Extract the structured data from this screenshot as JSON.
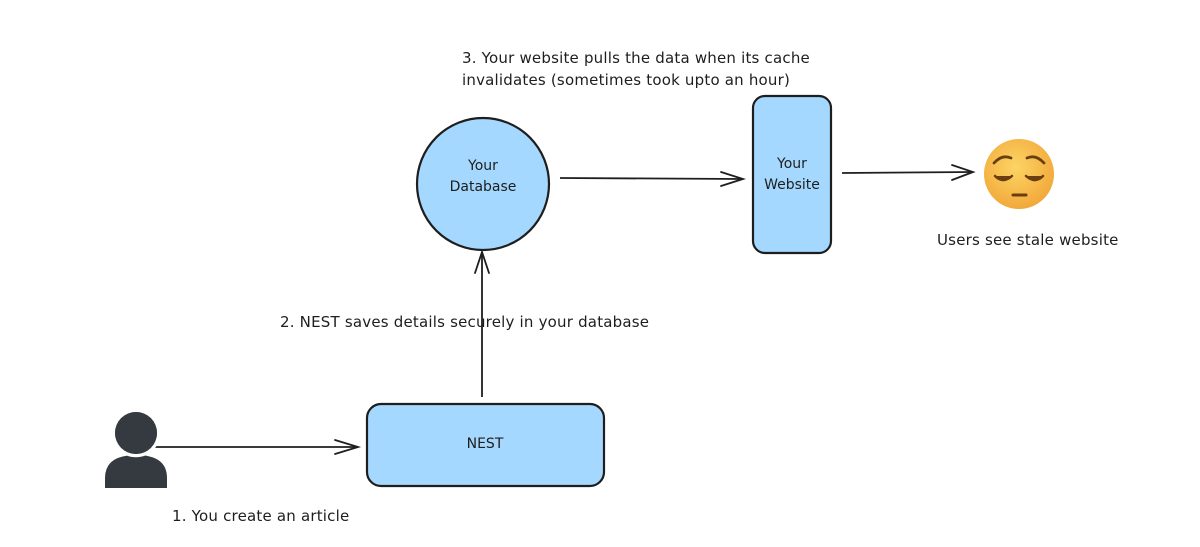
{
  "colors": {
    "node_fill": "#a5d8ff",
    "stroke": "#1e1e1e",
    "emoji_face": "#f7c04a"
  },
  "nodes": {
    "database": {
      "line1": "Your",
      "line2": "Database"
    },
    "website": {
      "line1": "Your",
      "line2": "Website"
    },
    "nest": {
      "label": "NEST"
    }
  },
  "steps": {
    "step1": "1. You create an article",
    "step2": "2. NEST saves details securely in your database",
    "step3_line1": "3. Your website pulls the data when its cache",
    "step3_line2": "invalidates (sometimes took upto an hour)"
  },
  "outcome": {
    "emoji_name": "pensive-face-icon",
    "label": "Users see stale website"
  },
  "icons": {
    "user": "user-icon"
  }
}
